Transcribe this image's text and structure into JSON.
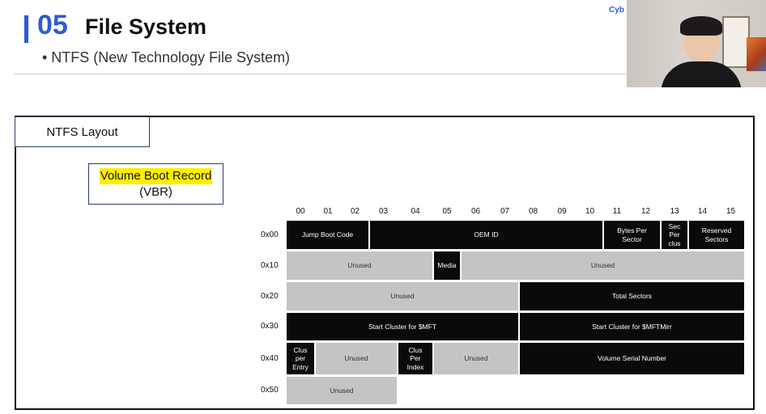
{
  "header": {
    "section_number": "05",
    "title": "File System",
    "subtitle": "• NTFS (New Technology File System)",
    "brand": "Cyb"
  },
  "slide": {
    "layout_label": "NTFS Layout",
    "vbr_line1": "Volume Boot Record",
    "vbr_line2": "(VBR)"
  },
  "columns": [
    "00",
    "01",
    "02",
    "03",
    "04",
    "05",
    "06",
    "07",
    "08",
    "09",
    "10",
    "11",
    "12",
    "13",
    "14",
    "15"
  ],
  "offsets": [
    "0x00",
    "0x10",
    "0x20",
    "0x30",
    "0x40",
    "0x50"
  ],
  "colors": {
    "accent": "#2f5bd3",
    "highlight": "#ffee00",
    "black_cell": "#0a0a0a",
    "gray_cell": "#c4c4c4"
  },
  "cells": [
    {
      "row": 0,
      "start": 0,
      "end": 2,
      "color": "black",
      "label": "Jump Boot Code"
    },
    {
      "row": 0,
      "start": 3,
      "end": 10,
      "color": "black",
      "label": "OEM ID"
    },
    {
      "row": 0,
      "start": 11,
      "end": 12,
      "color": "black",
      "label": "Bytes Per\nSector"
    },
    {
      "row": 0,
      "start": 13,
      "end": 13,
      "color": "black",
      "label": "Sec\nPer\nclus"
    },
    {
      "row": 0,
      "start": 14,
      "end": 15,
      "color": "black",
      "label": "Reserved\nSectors"
    },
    {
      "row": 1,
      "start": 0,
      "end": 4,
      "color": "gray",
      "label": "Unused"
    },
    {
      "row": 1,
      "start": 5,
      "end": 5,
      "color": "black",
      "label": "Media"
    },
    {
      "row": 1,
      "start": 6,
      "end": 15,
      "color": "gray",
      "label": "Unused"
    },
    {
      "row": 2,
      "start": 0,
      "end": 7,
      "color": "gray",
      "label": "Unused"
    },
    {
      "row": 2,
      "start": 8,
      "end": 15,
      "color": "black",
      "label": "Total Sectors"
    },
    {
      "row": 3,
      "start": 0,
      "end": 7,
      "color": "black",
      "label": "Start Cluster for $MFT"
    },
    {
      "row": 3,
      "start": 8,
      "end": 15,
      "color": "black",
      "label": "Start Cluster for $MFTMirr"
    },
    {
      "row": 4,
      "start": 0,
      "end": 0,
      "color": "black",
      "label": "Clus\nper\nEntry"
    },
    {
      "row": 4,
      "start": 1,
      "end": 3,
      "color": "gray",
      "label": "Unused"
    },
    {
      "row": 4,
      "start": 4,
      "end": 4,
      "color": "black",
      "label": "Clus\nPer\nIndex"
    },
    {
      "row": 4,
      "start": 5,
      "end": 7,
      "color": "gray",
      "label": "Unused"
    },
    {
      "row": 4,
      "start": 8,
      "end": 15,
      "color": "black",
      "label": "Volume Serial Number"
    },
    {
      "row": 5,
      "start": 0,
      "end": 3,
      "color": "gray",
      "label": "Unused"
    }
  ]
}
